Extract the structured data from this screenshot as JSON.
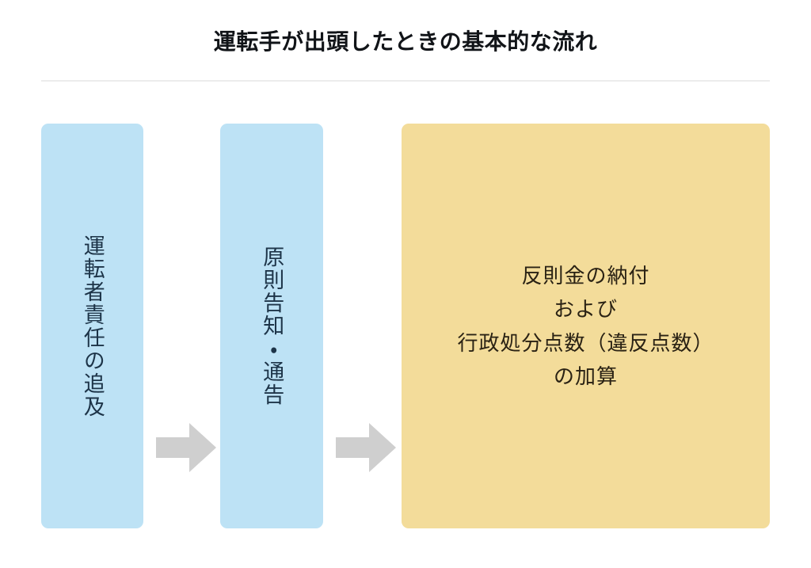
{
  "figure": {
    "title": "運転手が出頭したときの基本的な流れ",
    "divider_color": "#ececec",
    "background_color": "#ffffff"
  },
  "flow": {
    "arrow_color": "#cfcfcf",
    "arrows": [
      {
        "name": "arrow-step1-to-step2",
        "glyph": "right-arrow-icon"
      },
      {
        "name": "arrow-step2-to-step3",
        "glyph": "right-arrow-icon"
      }
    ],
    "steps": [
      {
        "order": 1,
        "label": "運転者責任の追及",
        "orientation": "vertical",
        "fill_color": "#bde2f5",
        "text_color": "#1d3448"
      },
      {
        "order": 2,
        "label": "原則告知・通告",
        "orientation": "vertical",
        "fill_color": "#bde2f5",
        "text_color": "#1d3448"
      },
      {
        "order": 3,
        "label": "反則金の納付\nおよび\n行政処分点数（違反点数）\nの加算",
        "orientation": "horizontal",
        "fill_color": "#f3dc9a",
        "text_color": "#2a2214"
      }
    ]
  }
}
